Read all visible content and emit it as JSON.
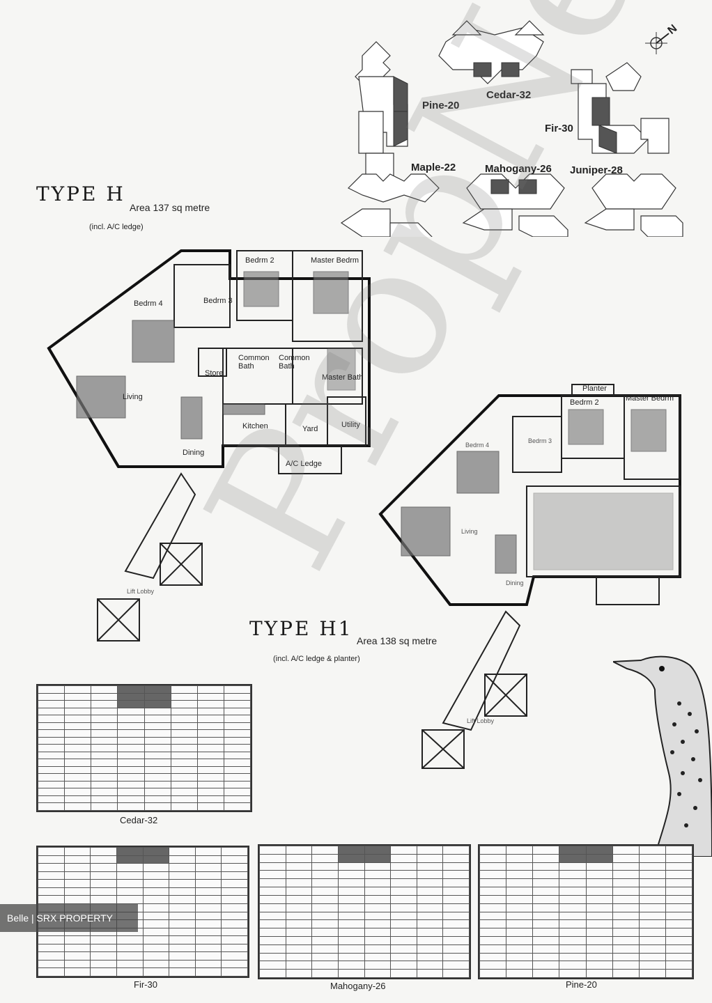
{
  "type_h": {
    "title": "TYPE H",
    "area": "Area 137 sq metre",
    "incl": "(incl. A/C ledge)"
  },
  "type_h1": {
    "title": "TYPE H1",
    "area": "Area 138 sq metre",
    "incl": "(incl. A/C ledge & planter)"
  },
  "compass": {
    "label": "N"
  },
  "blocks": {
    "pine": "Pine-20",
    "cedar": "Cedar-32",
    "fir": "Fir-30",
    "maple": "Maple-22",
    "mahogany": "Mahogany-26",
    "juniper": "Juniper-28"
  },
  "plan_h": {
    "bedrm2": "Bedrm 2",
    "master_bedrm": "Master Bedrm",
    "bedrm3": "Bedrm 3",
    "bedrm4": "Bedrm 4",
    "store": "Store",
    "common_bath1": "Common Bath",
    "common_bath2": "Common Bath",
    "master_bath": "Master Bath",
    "living": "Living",
    "dining": "Dining",
    "kitchen": "Kitchen",
    "yard": "Yard",
    "utility": "Utility",
    "ac_ledge": "A/C Ledge",
    "lift_lobby": "Lift Lobby"
  },
  "plan_h1": {
    "planter": "Planter",
    "bedrm2": "Bedrm 2",
    "master_bedrm": "Master Bedrm",
    "bedrm3": "Bedrm 3",
    "bedrm4": "Bedrm 4",
    "living": "Living",
    "dining": "Dining",
    "lift_lobby": "Lift Lobby"
  },
  "watermark": "PropNex",
  "tables": {
    "cedar": "Cedar-32",
    "fir": "Fir-30",
    "mahogany": "Mahogany-26",
    "pine": "Pine-20"
  },
  "credit": "Belle | SRX PROPERTY"
}
